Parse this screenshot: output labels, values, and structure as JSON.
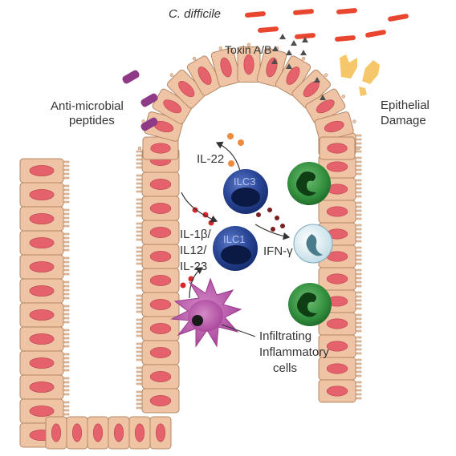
{
  "labels": {
    "pathogen": "C. difficile",
    "toxin": "Toxin A/B",
    "amp_line1": "Anti-microbial",
    "amp_line2": "peptides",
    "damage_line1": "Epithelial",
    "damage_line2": "Damage",
    "il22": "IL-22",
    "ilc3": "ILC3",
    "ilc1": "ILC1",
    "il1b": "IL-1β/",
    "il12": "IL12/",
    "il23": "IL-23",
    "ifng": "IFN-γ",
    "infil_line1": "Infiltrating",
    "infil_line2": "Inflammatory",
    "infil_line3": "cells"
  },
  "colors": {
    "epithelium": "#eec4a4",
    "epithelium_edge": "#b58866",
    "nucleus": "#e5616b",
    "bacteria": "#e8462e",
    "toxin": "#4d4d4d",
    "amp": "#8e3a86",
    "ilc": "#223e8a",
    "macrophage": "#2e7d32",
    "dendritic": "#b24aa5",
    "neutrophil": "#d6ecf2",
    "cytokine_red": "#d9262c",
    "cytokine_orange": "#f08a3c",
    "ifng": "#7a1e1e",
    "damage": "#f6c66b"
  },
  "icons": [
    "bacteria-icon",
    "toxin-icon",
    "amp-icon",
    "ilc3-cell-icon",
    "ilc1-cell-icon",
    "macrophage-icon",
    "neutrophil-icon",
    "dendritic-cell-icon",
    "damage-fragment-icon"
  ]
}
